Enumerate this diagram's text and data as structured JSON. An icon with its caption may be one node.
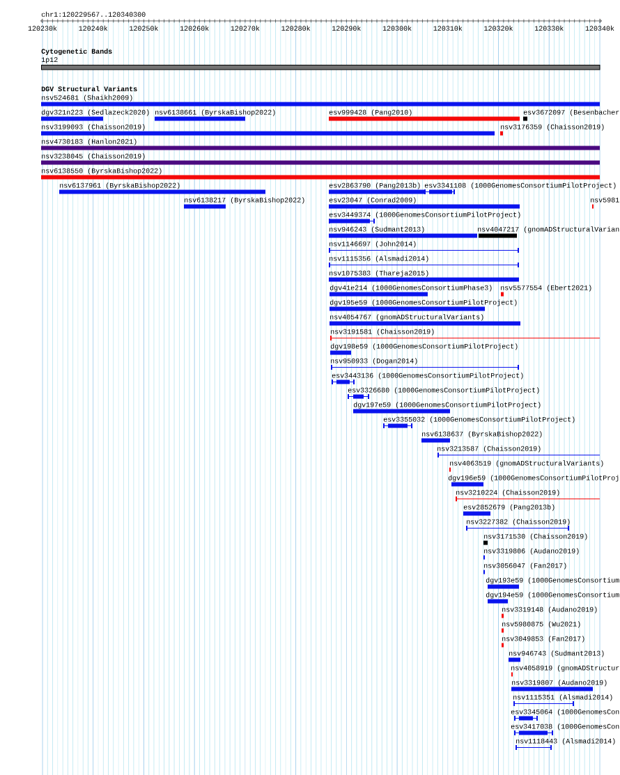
{
  "diagram": {
    "nodes": [
      {
        "text": [
          "1p12"
        ]
      },
      {
        "text": [
          "nsv524681 (Shaikh2009)"
        ]
      },
      {
        "text": [
          "dgv321n223 (Sedlazeck2020)"
        ]
      },
      {
        "text": [
          "nsv6138661 (ByrskaBishop2022)"
        ]
      },
      {
        "text": [
          "esv999428 (Pang2010)"
        ]
      },
      {
        "text": [
          "esv3672097 (Besenbacher"
        ]
      },
      {
        "text": [
          "nsv3199093 (Chaisson2019)"
        ]
      },
      {
        "text": [
          "nsv3176359 (Chaisson2019)"
        ]
      },
      {
        "text": [
          "nsv4730183 (Hanlon2021)"
        ]
      },
      {
        "text": [
          "nsv3238045 (Chaisson2019)"
        ]
      },
      {
        "text": [
          "nsv6138550 (ByrskaBishop2022)"
        ]
      },
      {
        "text": [
          "nsv6137961 (ByrskaBishop2022)"
        ]
      },
      {
        "text": [
          "esv2863790 (Pang2013b)"
        ]
      },
      {
        "text": [
          "esv3341108 (1000GenomesConsortiumPilotProject)"
        ]
      },
      {
        "text": [
          "nsv6138217 (ByrskaBishop2022)"
        ]
      },
      {
        "text": [
          "esv23047 (Conrad2009)"
        ]
      },
      {
        "text": [
          "nsv5981"
        ]
      },
      {
        "text": [
          "esv3449374 (1000GenomesConsortiumPilotProject)"
        ]
      },
      {
        "text": [
          "nsv946243 (Sudmant2013)"
        ]
      },
      {
        "text": [
          "nsv4047217 (gnomADStructuralVarian"
        ]
      },
      {
        "text": [
          "nsv1146697 (John2014)"
        ]
      },
      {
        "text": [
          "nsv1115356 (Alsmadi2014)"
        ]
      },
      {
        "text": [
          "nsv1075383 (Thareja2015)"
        ]
      },
      {
        "text": [
          "dgv41e214 (1000GenomesConsortiumPhase3)"
        ]
      },
      {
        "text": [
          "nsv5577554 (Ebert2021)"
        ]
      },
      {
        "text": [
          "dgv195e59 (1000GenomesConsortiumPilotProject)"
        ]
      },
      {
        "text": [
          "nsv4054767 (gnomADStructuralVariants)"
        ]
      },
      {
        "text": [
          "nsv3191581 (Chaisson2019)"
        ]
      },
      {
        "text": [
          "dgv198e59 (1000GenomesConsortiumPilotProject)"
        ]
      },
      {
        "text": [
          "nsv950933 (Dogan2014)"
        ]
      },
      {
        "text": [
          "esv3443136 (1000GenomesConsortiumPilotProject)"
        ]
      },
      {
        "text": [
          "esv3326680 (1000GenomesConsortiumPilotProject)"
        ]
      },
      {
        "text": [
          "dgv197e59 (1000GenomesConsortiumPilotProject)"
        ]
      },
      {
        "text": [
          "esv3355032 (1000GenomesConsortiumPilotProject)"
        ]
      },
      {
        "text": [
          "nsv6138637 (ByrskaBishop2022)"
        ]
      },
      {
        "text": [
          "nsv3213587 (Chaisson2019)"
        ]
      },
      {
        "text": [
          "nsv4063519 (gnomADStructuralVariants)"
        ]
      },
      {
        "text": [
          "dgv196e59 (1000GenomesConsortiumPilotProj"
        ]
      },
      {
        "text": [
          "nsv3210224 (Chaisson2019)"
        ]
      },
      {
        "text": [
          "esv2852679 (Pang2013b)"
        ]
      },
      {
        "text": [
          "nsv3227382 (Chaisson2019)"
        ]
      },
      {
        "text": [
          "nsv3171530 (Chaisson2019)"
        ]
      },
      {
        "text": [
          "nsv3319806 (Audano2019)"
        ]
      },
      {
        "text": [
          "nsv3056047 (Fan2017)"
        ]
      },
      {
        "text": [
          "dgv193e59 (1000GenomesConsortium"
        ]
      },
      {
        "text": [
          "dgv194e59 (1000GenomesConsortium"
        ]
      },
      {
        "text": [
          "nsv3319148 (Audano2019)"
        ]
      },
      {
        "text": [
          "nsv5980875 (Wu2021)"
        ]
      },
      {
        "text": [
          "nsv3049853 (Fan2017)"
        ]
      },
      {
        "text": [
          "nsv946743 (Sudmant2013)"
        ]
      },
      {
        "text": [
          "nsv4058919 (gnomADStructur"
        ]
      },
      {
        "text": [
          "nsv3319807 (Audano2019)"
        ]
      },
      {
        "text": [
          "nsv1115351 (Alsmadi2014)"
        ]
      },
      {
        "text": [
          "esv3345064 (1000GenomesCon"
        ]
      },
      {
        "text": [
          "esv3417038 (1000GenomesCon"
        ]
      },
      {
        "text": [
          "nsv1118443 (Alsmadi2014)"
        ]
      }
    ],
    "labels": [
      "chr1:120229567..120340300",
      "120230k",
      "120240k",
      "120250k",
      "120260k",
      "120270k",
      "120280k",
      "120290k",
      "120300k",
      "120310k",
      "120320k",
      "120330k",
      "120340k",
      "Cytogenetic Bands",
      "DGV Structural Variants"
    ]
  }
}
